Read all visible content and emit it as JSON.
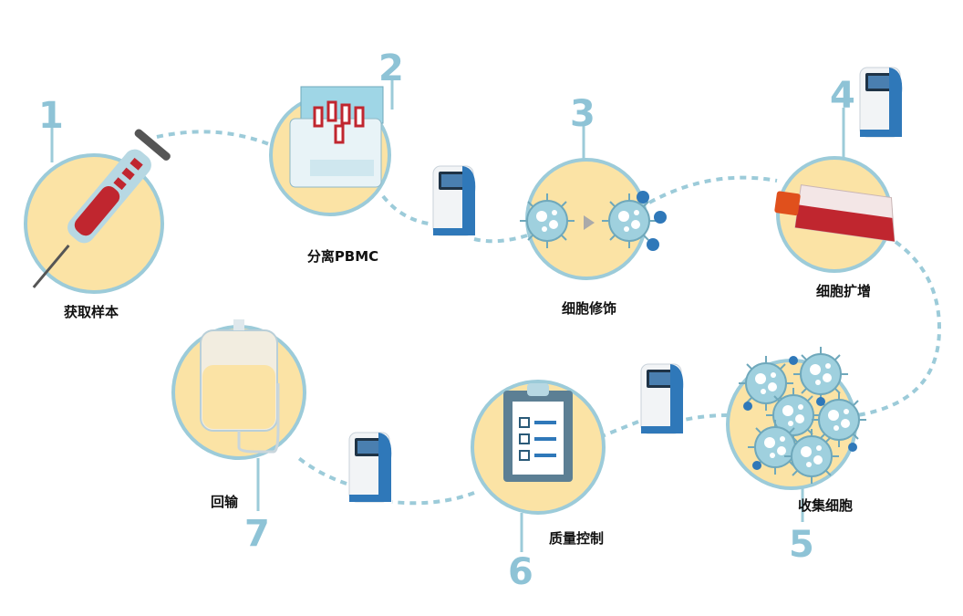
{
  "title": "PBMC cell therapy workflow",
  "colors": {
    "circle_fill": "#fbe3a5",
    "circle_stroke": "#9ccbd9",
    "dash": "#9ccbd9",
    "number": "#8ec3d6",
    "device_blue": "#2f78b9",
    "blood": "#c0262f",
    "cell": "#8fc7d8"
  },
  "steps": [
    {
      "number": "1",
      "label": "获取样本",
      "icon": "syringe-icon"
    },
    {
      "number": "2",
      "label": "分离PBMC",
      "icon": "centrifuge-icon"
    },
    {
      "number": "3",
      "label": "细胞修饰",
      "icon": "cell-modification-icon"
    },
    {
      "number": "4",
      "label": "细胞扩增",
      "icon": "culture-flask-icon"
    },
    {
      "number": "5",
      "label": "收集细胞",
      "icon": "cell-cluster-icon"
    },
    {
      "number": "6",
      "label": "质量控制",
      "icon": "checklist-clipboard-icon"
    },
    {
      "number": "7",
      "label": "回输",
      "icon": "iv-bag-icon"
    }
  ]
}
